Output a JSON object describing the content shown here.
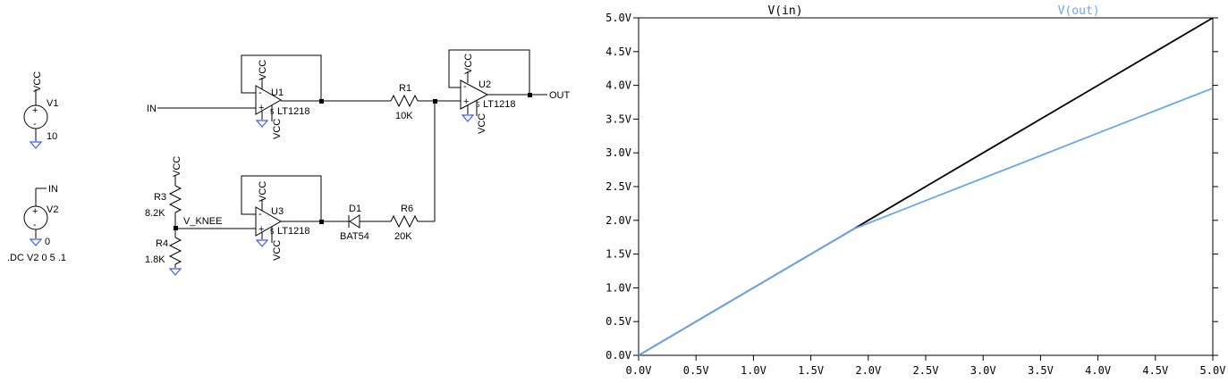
{
  "schematic": {
    "sources": {
      "v1": {
        "name": "V1",
        "value": "10",
        "net": "VCC"
      },
      "v2": {
        "name": "V2",
        "value": "0",
        "net": "IN"
      }
    },
    "directive": ".DC V2 0 5 .1",
    "opamps": [
      {
        "ref": "U1",
        "model": "LT1218",
        "supply_top": "VCC",
        "supply_bottom": "VCC",
        "pin": "5"
      },
      {
        "ref": "U2",
        "model": "LT1218",
        "supply_top": "VCC",
        "supply_bottom": "VCC",
        "pin": "5"
      },
      {
        "ref": "U3",
        "model": "LT1218",
        "supply_top": "VCC",
        "supply_bottom": "VCC",
        "pin": "5"
      }
    ],
    "resistors": {
      "r1": {
        "ref": "R1",
        "value": "10K"
      },
      "r3": {
        "ref": "R3",
        "value": "8.2K"
      },
      "r4": {
        "ref": "R4",
        "value": "1.8K"
      },
      "r6": {
        "ref": "R6",
        "value": "20K"
      }
    },
    "diode": {
      "ref": "D1",
      "model": "BAT54"
    },
    "net_labels": {
      "in": "IN",
      "out": "OUT",
      "vknee": "V_KNEE",
      "vcc_r3": "VCC"
    },
    "pin_signs": {
      "plus": "+",
      "minus": "-"
    }
  },
  "chart_data": {
    "type": "line",
    "x": [
      0.0,
      0.5,
      1.0,
      1.5,
      1.875,
      2.0,
      2.5,
      3.0,
      3.5,
      4.0,
      4.5,
      5.0
    ],
    "series": [
      {
        "name": "V(in)",
        "color": "#000000",
        "values": [
          0.0,
          0.5,
          1.0,
          1.5,
          1.875,
          2.0,
          2.5,
          3.0,
          3.5,
          4.0,
          4.5,
          5.0
        ]
      },
      {
        "name": "V(out)",
        "color": "#6aa6f0",
        "values": [
          0.0,
          0.5,
          1.0,
          1.5,
          1.875,
          1.958,
          2.292,
          2.625,
          2.958,
          3.292,
          3.625,
          3.958
        ]
      }
    ],
    "x_ticks": [
      "0.0V",
      "0.5V",
      "1.0V",
      "1.5V",
      "2.0V",
      "2.5V",
      "3.0V",
      "3.5V",
      "4.0V",
      "4.5V",
      "5.0V"
    ],
    "y_ticks": [
      "0.0V",
      "0.5V",
      "1.0V",
      "1.5V",
      "2.0V",
      "2.5V",
      "3.0V",
      "3.5V",
      "4.0V",
      "4.5V",
      "5.0V"
    ],
    "xlim": [
      0,
      5
    ],
    "ylim": [
      0,
      5
    ],
    "grid": false,
    "legend": "top"
  }
}
